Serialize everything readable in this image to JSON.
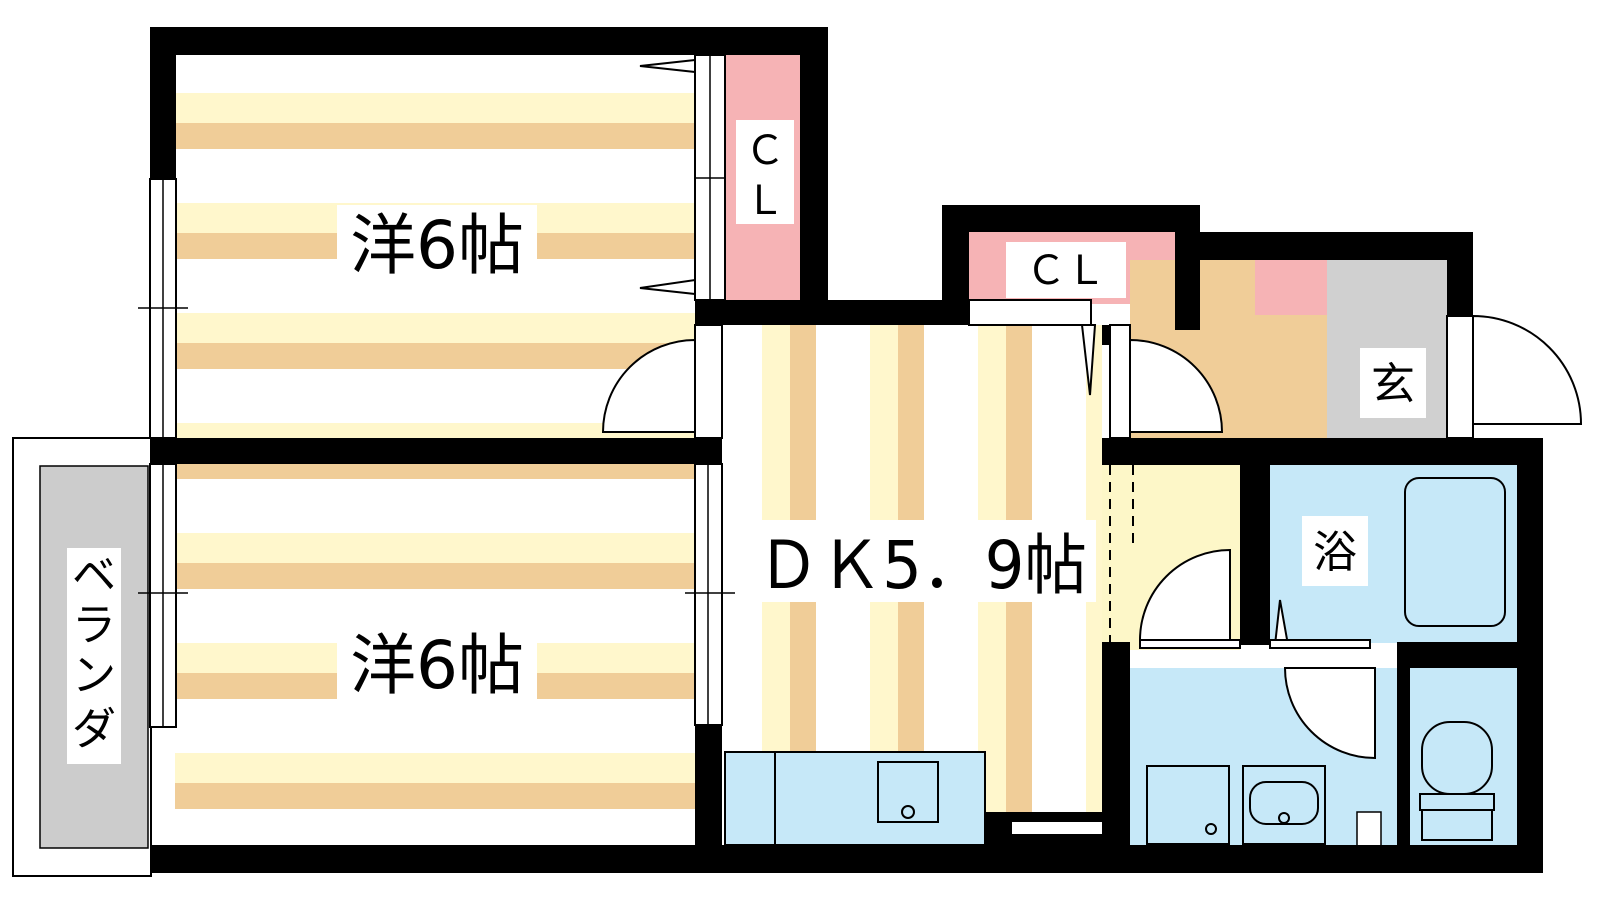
{
  "rooms": {
    "western_upper": "洋6帖",
    "western_lower": "洋6帖",
    "dk": "ＤＫ5．9帖",
    "closet_upper": [
      "Ｃ",
      "Ｌ"
    ],
    "closet_dk": "ＣＬ",
    "entrance": "玄",
    "bath": "浴",
    "balcony": [
      "ベ",
      "ラ",
      "ン",
      "ダ"
    ]
  },
  "colors": {
    "wall": "#000000",
    "floor_stripe_light": "#fff7cc",
    "floor_stripe_dark": "#f0cd98",
    "closet": "#f6b3b5",
    "wet_area": "#c6e8f8",
    "entrance": "#d0d0d0",
    "hall_floor": "#f0cd98",
    "balcony": "#cccccc",
    "hall_light": "#fdf7c8"
  }
}
